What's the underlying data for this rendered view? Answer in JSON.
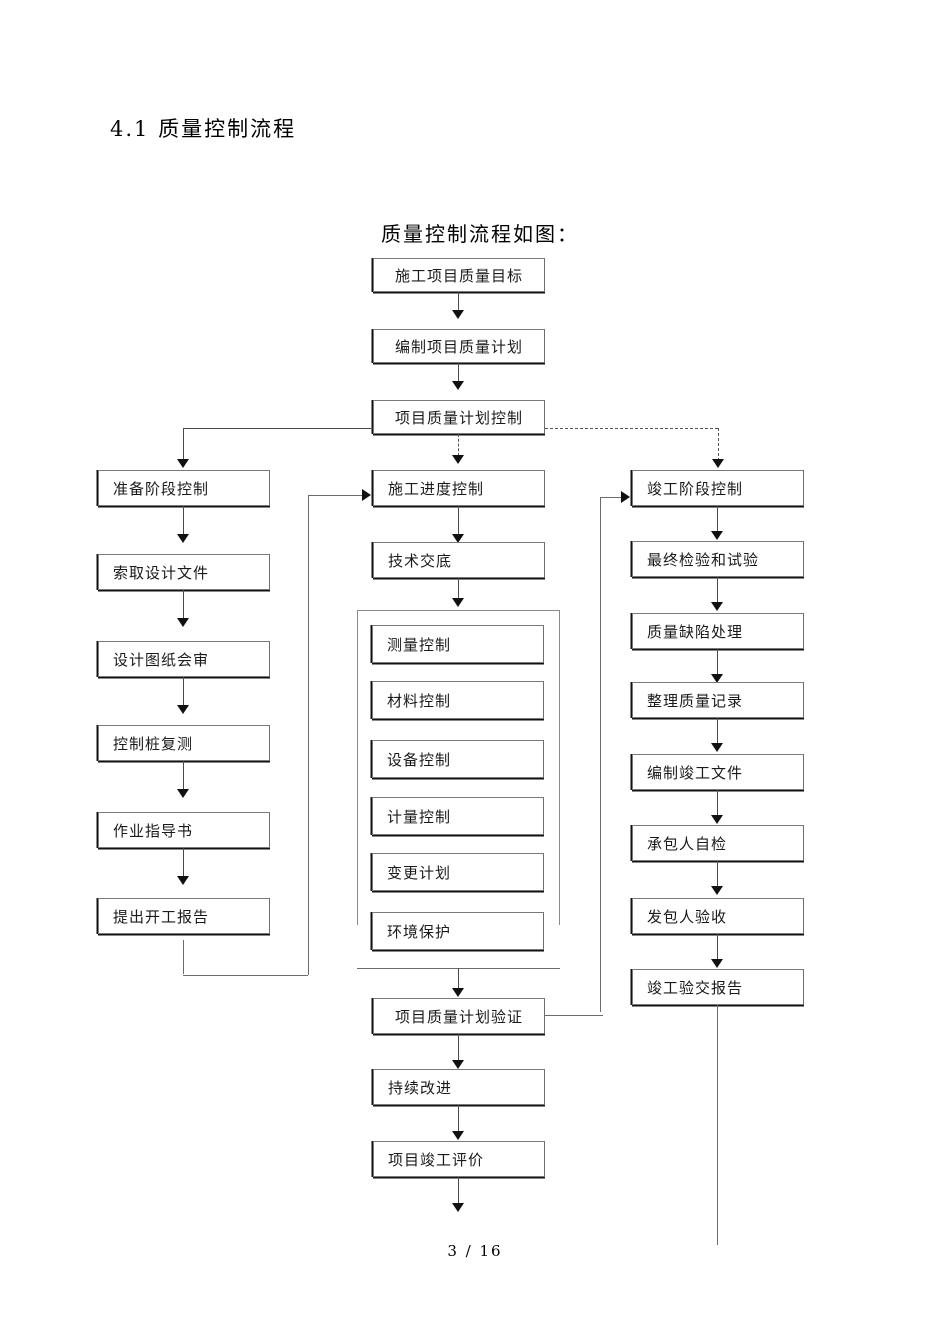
{
  "document": {
    "heading": "4.1 质量控制流程",
    "caption": "质量控制流程如图：",
    "footer": "3 / 16"
  },
  "flowchart": {
    "top_chain": [
      {
        "id": "goal",
        "label": "施工项目质量目标"
      },
      {
        "id": "plan",
        "label": "编制项目质量计划"
      },
      {
        "id": "plan_control",
        "label": "项目质量计划控制"
      }
    ],
    "left_branch": {
      "header": "准备阶段控制",
      "steps": [
        {
          "label": "索取设计文件"
        },
        {
          "label": "设计图纸会审"
        },
        {
          "label": "控制桩复测"
        },
        {
          "label": "作业指导书"
        },
        {
          "label": "提出开工报告"
        }
      ]
    },
    "middle_branch": {
      "header": "施工进度控制",
      "steps": [
        {
          "label": "技术交底"
        }
      ],
      "group": [
        {
          "label": "测量控制"
        },
        {
          "label": "材料控制"
        },
        {
          "label": "设备控制"
        },
        {
          "label": "计量控制"
        },
        {
          "label": "变更计划"
        },
        {
          "label": "环境保护"
        }
      ],
      "tail": [
        {
          "label": "项目质量计划验证"
        },
        {
          "label": "持续改进"
        },
        {
          "label": "项目竣工评价"
        }
      ]
    },
    "right_branch": {
      "header": "竣工阶段控制",
      "steps": [
        {
          "label": "最终检验和试验"
        },
        {
          "label": "质量缺陷处理"
        },
        {
          "label": "整理质量记录"
        },
        {
          "label": "编制竣工文件"
        },
        {
          "label": "承包人自检"
        },
        {
          "label": "发包人验收"
        },
        {
          "label": "竣工验交报告"
        }
      ]
    },
    "connector_styles": {
      "left_branch_line": "solid",
      "middle_branch_line": "dashed",
      "right_branch_line": "dashed"
    }
  },
  "colors": {
    "page_background": "#ffffff",
    "text": "#000000",
    "box_border": "#7a7a7a",
    "connector": "#4a4a4a"
  }
}
